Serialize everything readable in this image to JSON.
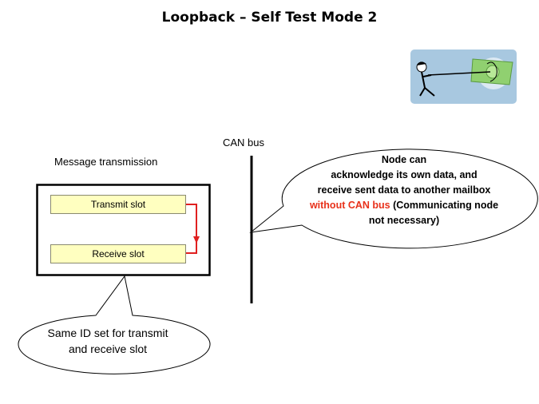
{
  "title": "Loopback – Self Test Mode 2",
  "colors": {
    "slot_fill": "#ffffc0",
    "arrow": "#e02020",
    "highlight_text": "#e8311a",
    "clipart_bg": "#a8c8e0",
    "money": "#90d070"
  },
  "diagram": {
    "message_transmission_label": "Message transmission",
    "transmit_slot_label": "Transmit slot",
    "receive_slot_label": "Receive slot",
    "can_bus_label": "CAN bus",
    "node_callout": {
      "line1": "Node can",
      "line2": "acknowledge its own data, and",
      "line3": "receive sent data to another mailbox",
      "line4_highlight": "without CAN bus",
      "line4_rest": " (Communicating node",
      "line5": "not necessary)"
    },
    "id_callout": {
      "line1": "Same ID set for transmit",
      "line2": "and receive slot"
    }
  },
  "clipart": {
    "icon": "person-pulling-money-icon"
  }
}
